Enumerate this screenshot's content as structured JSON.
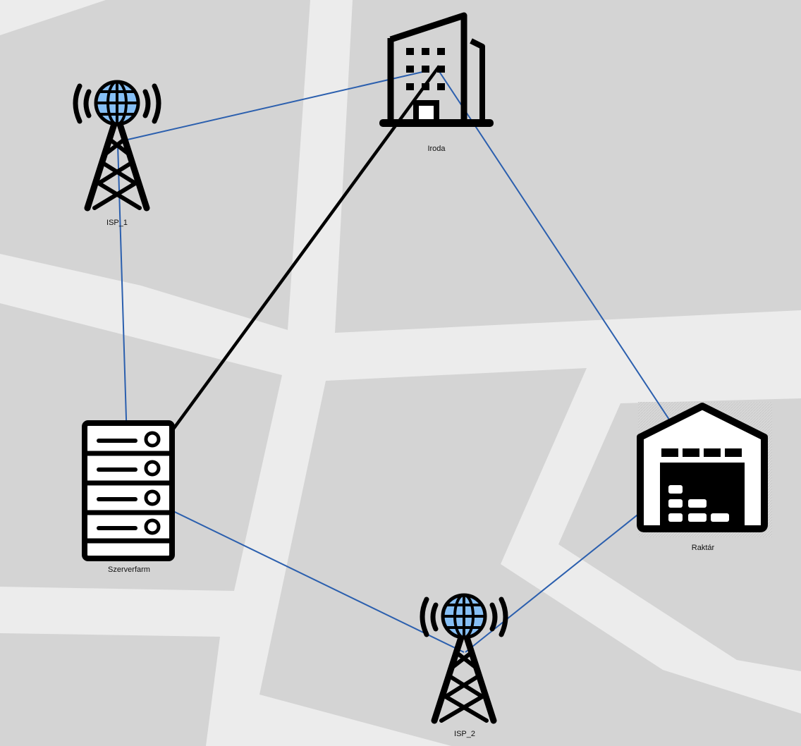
{
  "diagram": {
    "type": "network-topology-map",
    "colors": {
      "map_background": "#ececec",
      "map_block": "#d4d4d4",
      "link_blue": "#2b5fae",
      "link_black": "#000000",
      "globe_blue": "#86bff5",
      "icon_black": "#000000"
    },
    "nodes": [
      {
        "id": "isp1",
        "label": "ISP_1",
        "icon": "radio-tower-globe-icon"
      },
      {
        "id": "iroda",
        "label": "Iroda",
        "icon": "office-building-icon"
      },
      {
        "id": "szerverfarm",
        "label": "Szerverfarm",
        "icon": "server-rack-icon"
      },
      {
        "id": "raktar",
        "label": "Raktár",
        "icon": "warehouse-icon"
      },
      {
        "id": "isp2",
        "label": "ISP_2",
        "icon": "radio-tower-globe-icon"
      }
    ],
    "links": [
      {
        "from": "isp1",
        "to": "iroda",
        "style": "blue"
      },
      {
        "from": "isp1",
        "to": "szerverfarm",
        "style": "blue"
      },
      {
        "from": "iroda",
        "to": "raktar",
        "style": "blue"
      },
      {
        "from": "iroda",
        "to": "szerverfarm",
        "style": "black-thick"
      },
      {
        "from": "szerverfarm",
        "to": "isp2",
        "style": "blue"
      },
      {
        "from": "isp2",
        "to": "raktar",
        "style": "blue"
      }
    ]
  }
}
